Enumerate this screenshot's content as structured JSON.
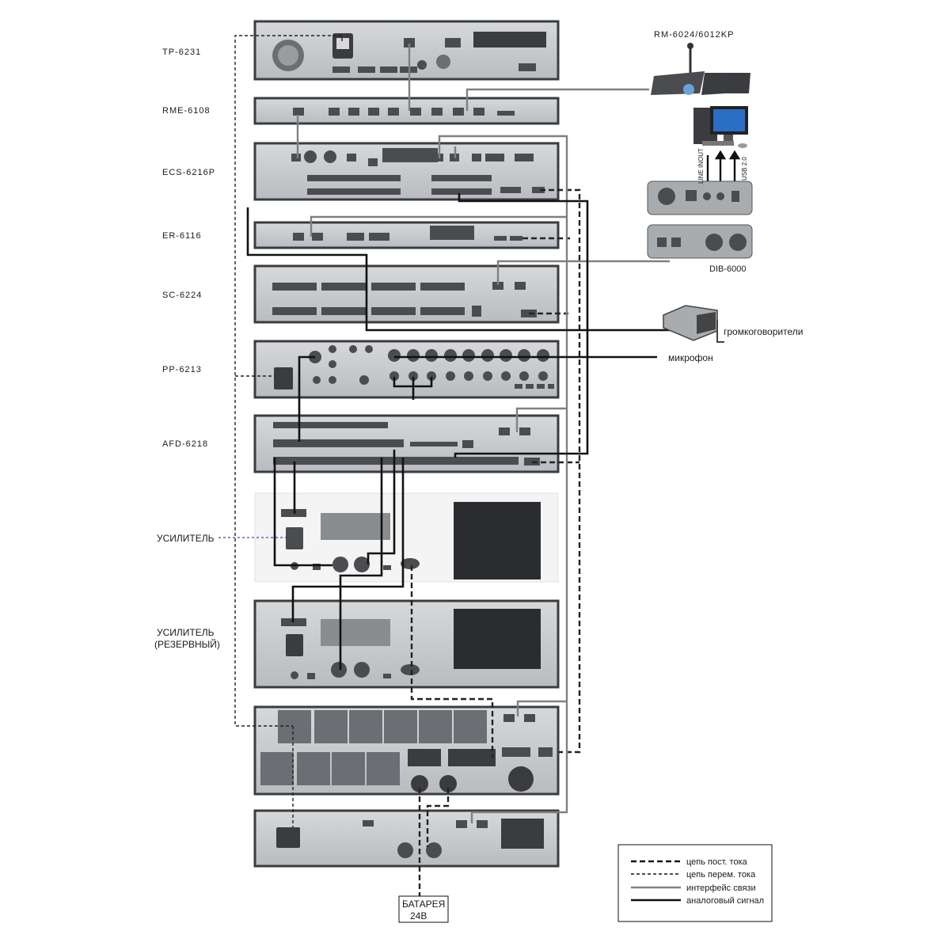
{
  "devices": [
    {
      "label": "TP-6231"
    },
    {
      "label": "RME-6108"
    },
    {
      "label": "ECS-6216P"
    },
    {
      "label": "ER-6116"
    },
    {
      "label": "SC-6224"
    },
    {
      "label": "PP-6213"
    },
    {
      "label": "AFD-6218"
    },
    {
      "label": "УСИЛИТЕЛЬ"
    },
    {
      "label": "УСИЛИТЕЛЬ",
      "label2": "(РЕЗЕРВНЫЙ)"
    }
  ],
  "external": {
    "remote_mic": "RM-6024/6012KP",
    "dib": "DIB-6000",
    "speakers": "громкоговорители",
    "microphone": "микрофон",
    "line_input": "LINE INOUT",
    "usb": "USB 2.0"
  },
  "battery": {
    "line1": "БАТАРЕЯ",
    "line2": "24В"
  },
  "legend": {
    "items": [
      {
        "label": "цепь пост. тока",
        "style": "thick-dashed"
      },
      {
        "label": "цепь перем. тока",
        "style": "thin-dashed"
      },
      {
        "label": "интерфейс связи",
        "style": "gray-solid"
      },
      {
        "label": "аналоговый сигнал",
        "style": "black-solid"
      }
    ]
  },
  "colors": {
    "panel": "#5c5f63",
    "panel_light": "#cfd1d3",
    "comm_line": "#808080",
    "analog_line": "#111111"
  }
}
